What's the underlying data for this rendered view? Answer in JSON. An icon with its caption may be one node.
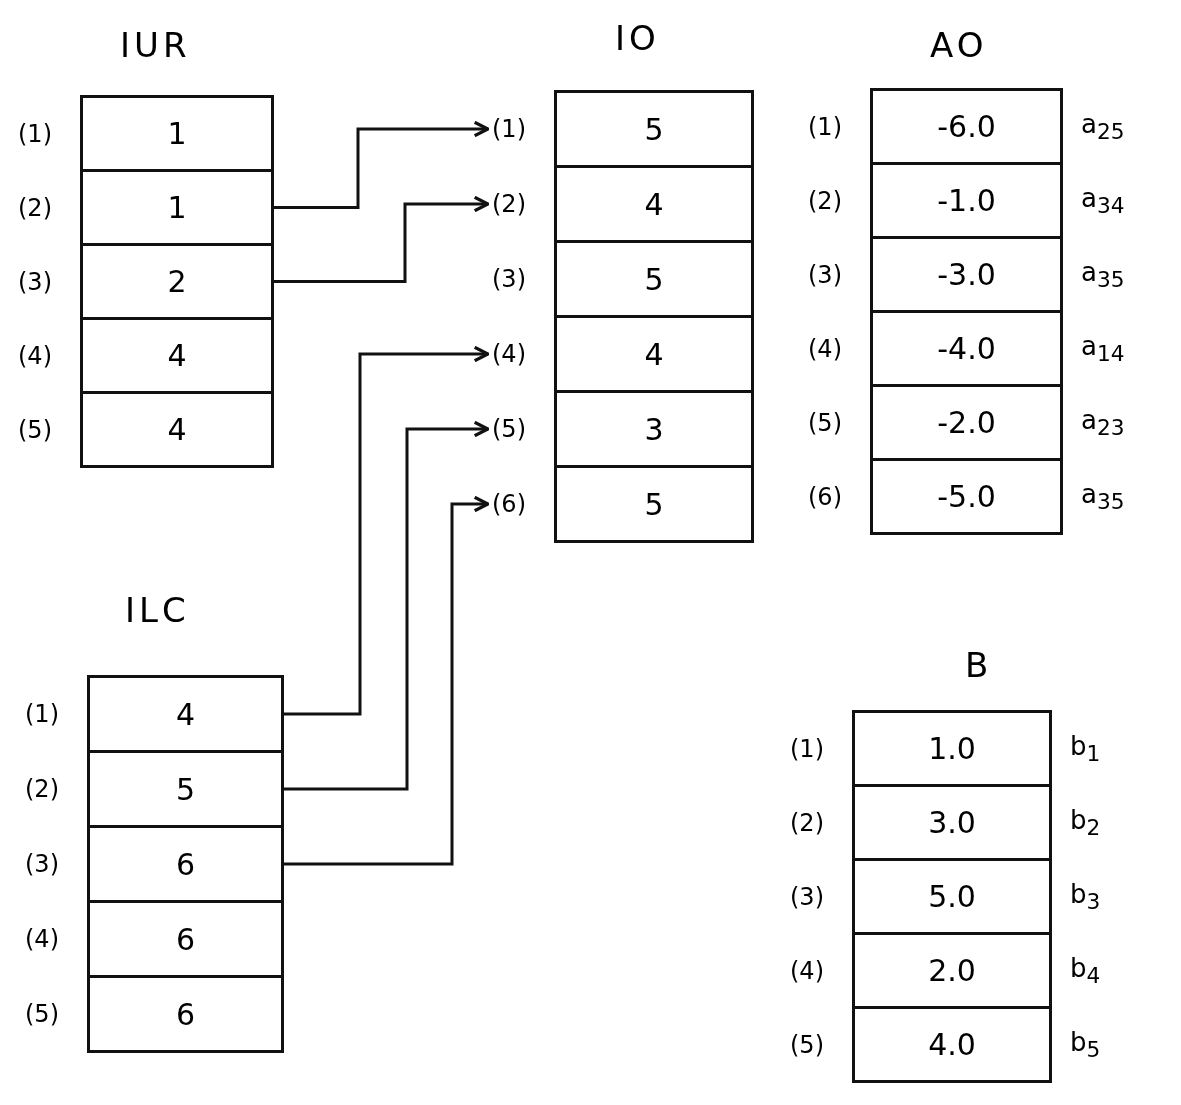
{
  "diagram": {
    "nodes": [
      {
        "text": [
          "IUR"
        ]
      },
      {
        "text": [
          "1"
        ],
        "in": 0,
        "beside": [
          "(1)"
        ]
      },
      {
        "text": [
          "1"
        ],
        "in": 0,
        "beside": [
          "(2)"
        ]
      },
      {
        "text": [
          "2"
        ],
        "in": 0,
        "beside": [
          "(3)"
        ]
      },
      {
        "text": [
          "4"
        ],
        "in": 0,
        "beside": [
          "(4)"
        ]
      },
      {
        "text": [
          "4"
        ],
        "in": 0,
        "beside": [
          "(5)"
        ]
      },
      {
        "text": [
          "IO"
        ]
      },
      {
        "text": [
          "5"
        ],
        "in": 6,
        "beside": [
          "(1)"
        ]
      },
      {
        "text": [
          "4"
        ],
        "in": 6,
        "beside": [
          "(2)"
        ]
      },
      {
        "text": [
          "5"
        ],
        "in": 6,
        "beside": [
          "(3)"
        ]
      },
      {
        "text": [
          "4"
        ],
        "in": 6,
        "beside": [
          "(4)"
        ]
      },
      {
        "text": [
          "3"
        ],
        "in": 6,
        "beside": [
          "(5)"
        ]
      },
      {
        "text": [
          "5"
        ],
        "in": 6,
        "beside": [
          "(6)"
        ]
      },
      {
        "text": [
          "AO"
        ]
      },
      {
        "text": [
          "-6.0"
        ],
        "in": 13,
        "beside": [
          "(1)",
          "a$_{25}$"
        ]
      },
      {
        "text": [
          "-1.0"
        ],
        "in": 13,
        "beside": [
          "(2)",
          "a$_{34}$"
        ]
      },
      {
        "text": [
          "-3.0"
        ],
        "in": 13,
        "beside": [
          "(3)",
          "a$_{35}$"
        ]
      },
      {
        "text": [
          "-4.0"
        ],
        "in": 13,
        "beside": [
          "(4)",
          "a$_{14}$"
        ]
      },
      {
        "text": [
          "-2.0"
        ],
        "in": 13,
        "beside": [
          "(5)",
          "a$_{23}$"
        ]
      },
      {
        "text": [
          "-5.0"
        ],
        "in": 13,
        "beside": [
          "(6)",
          "a$_{35}$"
        ]
      },
      {
        "text": [
          "ILC"
        ]
      },
      {
        "text": [
          "4"
        ],
        "in": 20,
        "beside": [
          "(1)"
        ]
      },
      {
        "text": [
          "5"
        ],
        "in": 20,
        "beside": [
          "(2)"
        ]
      },
      {
        "text": [
          "6"
        ],
        "in": 20,
        "beside": [
          "(3)"
        ]
      },
      {
        "text": [
          "6"
        ],
        "in": 20,
        "beside": [
          "(4)"
        ]
      },
      {
        "text": [
          "6"
        ],
        "in": 20,
        "beside": [
          "(5)"
        ]
      },
      {
        "text": [
          "B"
        ]
      },
      {
        "text": [
          "1.0"
        ],
        "in": 26,
        "beside": [
          "(1)",
          "b$_{1}$"
        ]
      },
      {
        "text": [
          "3.0"
        ],
        "in": 26,
        "beside": [
          "(2)",
          "b$_{2}$"
        ]
      },
      {
        "text": [
          "5.0"
        ],
        "in": 26,
        "beside": [
          "(3)",
          "b$_{3}$"
        ]
      },
      {
        "text": [
          "2.0"
        ],
        "in": 26,
        "beside": [
          "(4)",
          "b$_{4}$"
        ]
      },
      {
        "text": [
          "4.0"
        ],
        "in": 26,
        "beside": [
          "(5)",
          "b$_{5}$"
        ]
      }
    ],
    "edges": [
      {
        "from": 2,
        "to": 7,
        "arrow": "to"
      },
      {
        "from": 3,
        "to": 8,
        "arrow": "to"
      },
      {
        "from": 21,
        "to": 10,
        "arrow": "to"
      },
      {
        "from": 22,
        "to": 11,
        "arrow": "to"
      },
      {
        "from": 23,
        "to": 12,
        "arrow": "to"
      }
    ]
  }
}
